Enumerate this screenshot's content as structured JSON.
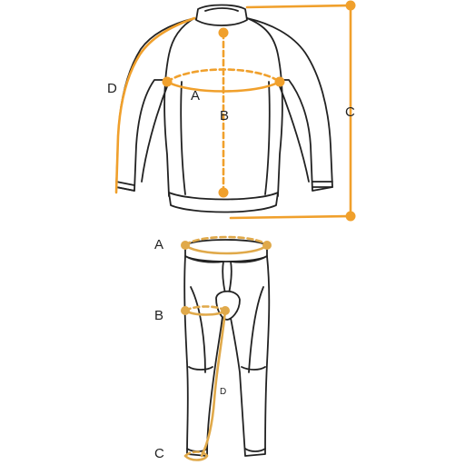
{
  "colors": {
    "jacket_measure": "#F0A02C",
    "pants_measure": "#E0A94A",
    "outline": "#222222"
  },
  "jacket": {
    "labels": {
      "a": "A",
      "b": "B",
      "c": "C",
      "d": "D"
    }
  },
  "pants": {
    "labels": {
      "a": "A",
      "b": "B",
      "c": "C",
      "d": "D"
    }
  }
}
